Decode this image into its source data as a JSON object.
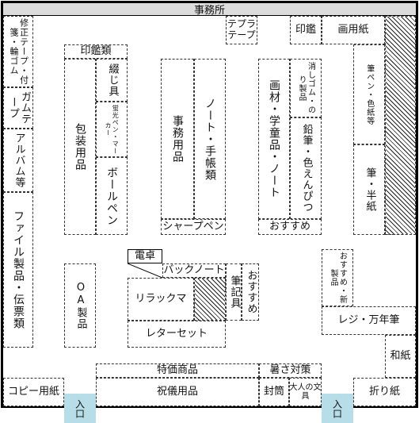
{
  "map_title": "事務所",
  "areas": {
    "adhesive_tape": "修正テープ・付箋・輪ゴム",
    "gum_tape": "ガムテープ",
    "album": "アルバム等",
    "file_forms": "ファイル製品・伝票類",
    "copy_paper": "コピー用紙",
    "tepra_tape": "テプラテープ",
    "seal": "印鑑",
    "drawing_paper": "画用紙",
    "brush_pens_colored_paper": "筆ペン・色紙等",
    "brush_half_paper": "筆・半紙",
    "seal_types": "印鑑類",
    "binding_tools": "綴じ具",
    "highlighter_markers": "蛍光ペン・マーカー",
    "wrapping_goods": "包装用品",
    "ballpoint_pens": "ボールペン",
    "office_supplies": "事務用品",
    "notebook_planner": "ノート・手帳類",
    "mechanical_pencil": "シャープペン",
    "art_school_notebooks": "画材・学童品・ノート",
    "eraser_glue": "消しゴム・のり製品",
    "pencil_crayons": "鉛筆・色えんぴつ",
    "recommended_1": "おすすめ",
    "recommended_new": "おすすめ・新製品",
    "register_newyear": "レジ・万年筆",
    "japanese_paper": "和紙",
    "origami": "折り紙",
    "desk_calc": "電卓",
    "back_notebook": "バックノート",
    "relakkuma": "リラックマ",
    "writing_tools": "筆記具",
    "recommended_2": "おすすめ",
    "letter_set": "レターセット",
    "oa_products": "OA製品",
    "special_price": "特価商品",
    "heat_measures": "暑さ対策",
    "celebration_goods": "祝儀用品",
    "envelopes": "封筒",
    "adult_stationery": "大人の文具"
  },
  "entrance_label": "入口"
}
